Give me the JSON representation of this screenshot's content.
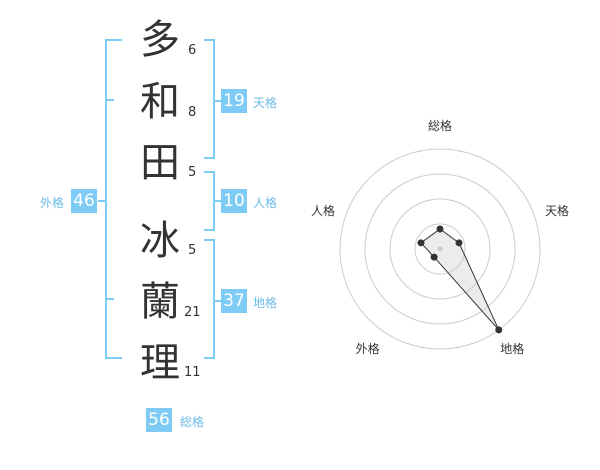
{
  "name": {
    "characters": [
      {
        "char": "多",
        "strokes": "6"
      },
      {
        "char": "和",
        "strokes": "8"
      },
      {
        "char": "田",
        "strokes": "5"
      },
      {
        "char": "冰",
        "strokes": "5"
      },
      {
        "char": "蘭",
        "strokes": "21"
      },
      {
        "char": "理",
        "strokes": "11"
      }
    ]
  },
  "fortune": {
    "tenkaku": {
      "value": "19",
      "label": "天格"
    },
    "jinkaku": {
      "value": "10",
      "label": "人格"
    },
    "chikaku": {
      "value": "37",
      "label": "地格"
    },
    "gaikaku": {
      "value": "46",
      "label": "外格"
    },
    "soukaku": {
      "value": "56",
      "label": "総格"
    }
  },
  "colors": {
    "accent": "#7ecbf5",
    "accent_text": "#6bbce8",
    "text": "#333333",
    "ring": "#cccccc"
  },
  "chart_data": {
    "type": "radar",
    "axes": [
      "総格",
      "天格",
      "地格",
      "外格",
      "人格"
    ],
    "values": [
      0.2,
      0.2,
      1.0,
      0.1,
      0.2
    ],
    "rings": 4
  }
}
